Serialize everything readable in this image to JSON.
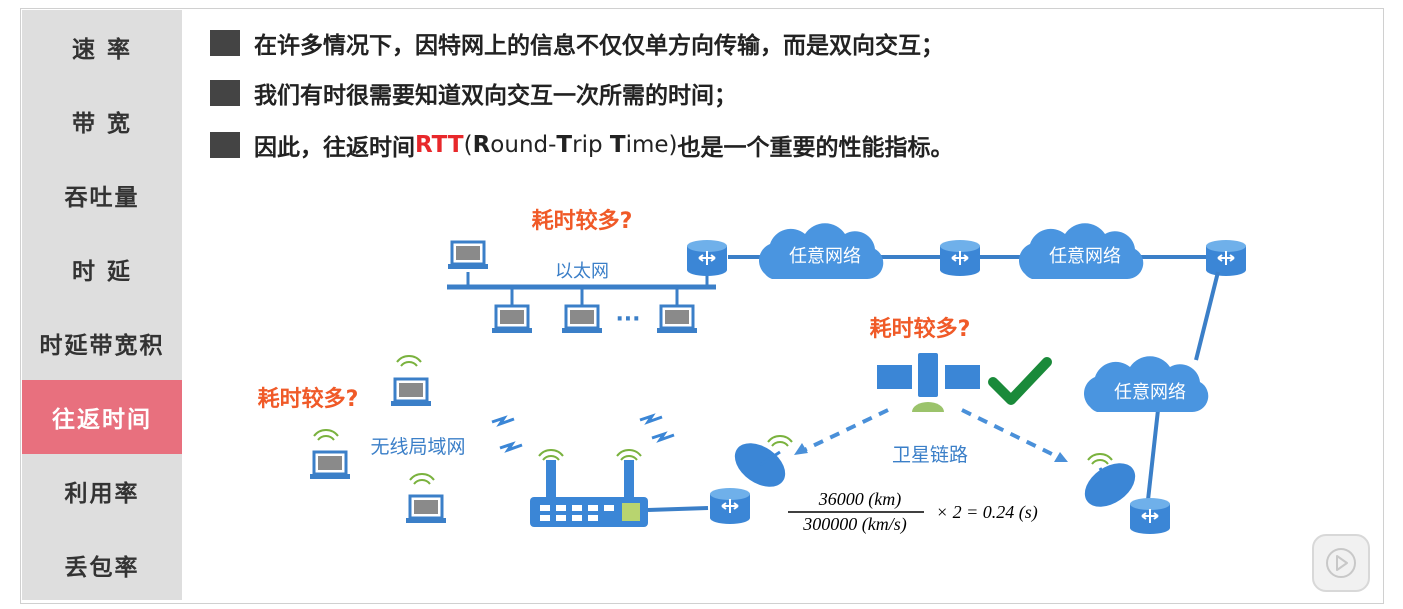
{
  "sidebar": {
    "items": [
      {
        "label": "速 率"
      },
      {
        "label": "带 宽"
      },
      {
        "label": "吞吐量"
      },
      {
        "label": "时 延"
      },
      {
        "label": "时延带宽积"
      },
      {
        "label": "往返时间",
        "active": true
      },
      {
        "label": "利用率"
      },
      {
        "label": "丢包率"
      }
    ]
  },
  "bullets": {
    "b1": "在许多情况下，因特网上的信息不仅仅单方向传输，而是双向交互；",
    "b2": "我们有时很需要知道双向交互一次所需的时间；",
    "b3_pre": "因此，往返时间",
    "b3_rtt": "RTT",
    "b3_open": "(",
    "b3_R": "R",
    "b3_ound": "ound-",
    "b3_T": "T",
    "b3_rip": "rip ",
    "b3_T2": "T",
    "b3_ime": "ime)",
    "b3_post": "也是一个重要的性能指标。"
  },
  "diagram": {
    "ethernet_label": "以太网",
    "cloud_label": "任意网络",
    "wireless_label": "无线局域网",
    "satellite_label": "卫星链路",
    "question": "耗时较多?",
    "ellipsis": "···",
    "formula": {
      "numerator": "36000  (km)",
      "denominator": "300000  (km/s)",
      "rest": "× 2 = 0.24 (s)"
    }
  },
  "colors": {
    "accent": "#e8707e",
    "device": "#4a90d9",
    "question": "#f05a28",
    "check": "#1a8a3a"
  }
}
